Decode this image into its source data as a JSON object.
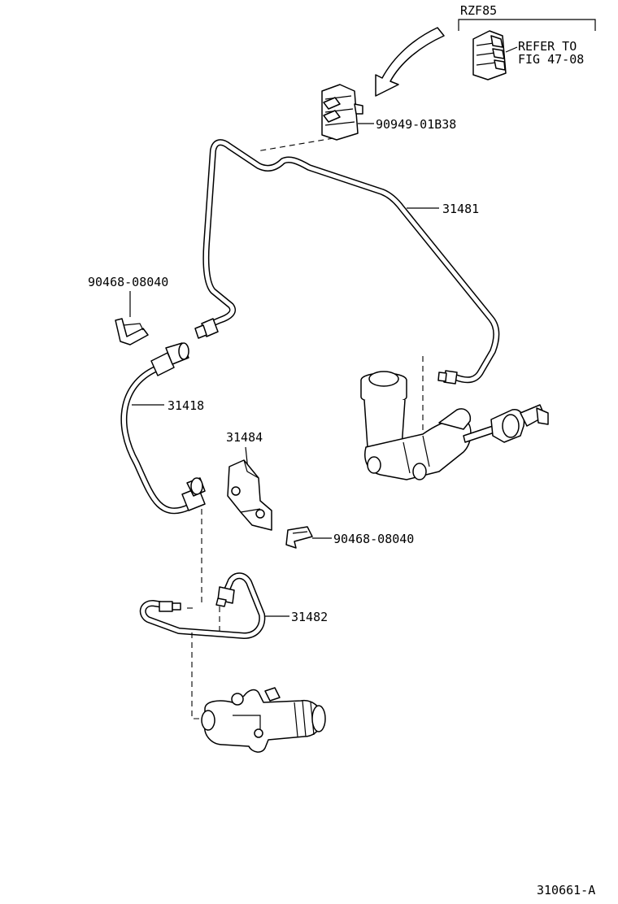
{
  "labels": {
    "rzf85": "RZF85",
    "refer_line1": "REFER TO",
    "refer_line2": "FIG 47-08",
    "p90949": "90949-01B38",
    "p31481": "31481",
    "p90468_upper": "90468-08040",
    "p31418": "31418",
    "p31484": "31484",
    "p90468_lower": "90468-08040",
    "p31482": "31482"
  },
  "figure_code": "310661-A"
}
